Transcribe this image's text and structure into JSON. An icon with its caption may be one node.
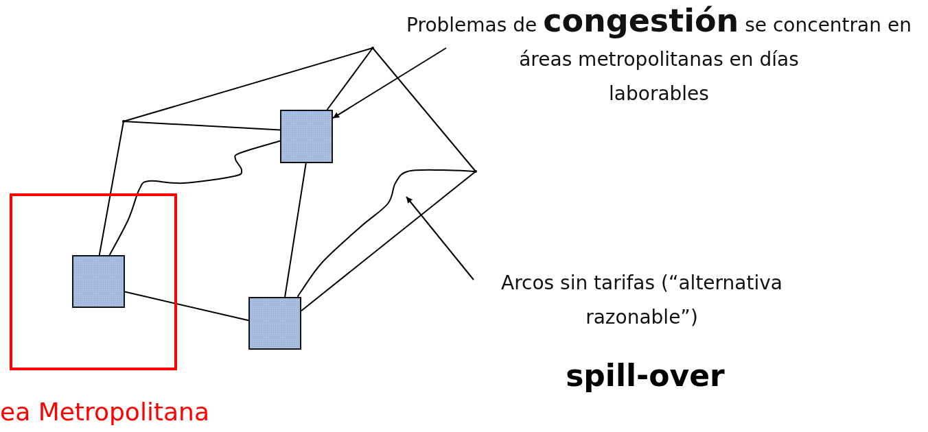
{
  "diagram": {
    "nodes": [
      {
        "text": [
          "ea Metropolitana"
        ]
      },
      {
        "text": [],
        "shape": "box",
        "in": 0
      },
      {
        "text": [],
        "shape": "box"
      },
      {
        "text": [],
        "shape": "box"
      },
      {
        "text": [],
        "shape": "point"
      },
      {
        "text": [],
        "shape": "point"
      },
      {
        "text": [],
        "shape": "point"
      },
      {
        "text": [
          "Problemas de **congestión** se concentran en áreas metropolitanas en días laborables"
        ]
      },
      {
        "text": [
          "Arcos sin tarifas (“alternativa razonable”)"
        ]
      }
    ],
    "edges": [
      {
        "from": 4,
        "to": 2,
        "arrow": "none"
      },
      {
        "from": 4,
        "to": 5,
        "arrow": "none"
      },
      {
        "from": 5,
        "to": 2,
        "arrow": "none"
      },
      {
        "from": 5,
        "to": 6,
        "arrow": "none"
      },
      {
        "from": 6,
        "to": 3,
        "arrow": "none"
      },
      {
        "from": 4,
        "to": 1,
        "arrow": "none"
      },
      {
        "from": 1,
        "to": 3,
        "arrow": "none"
      },
      {
        "from": 2,
        "to": 3,
        "arrow": "none"
      },
      {
        "from": 2,
        "to": 1,
        "arrow": "none"
      },
      {
        "from": 3,
        "to": 6,
        "arrow": "none"
      },
      {
        "from": 7,
        "to": 2,
        "arrow": "to"
      },
      {
        "from": 8,
        "to": null,
        "arrow": "to"
      }
    ],
    "labels": [
      "spill-over"
    ]
  }
}
